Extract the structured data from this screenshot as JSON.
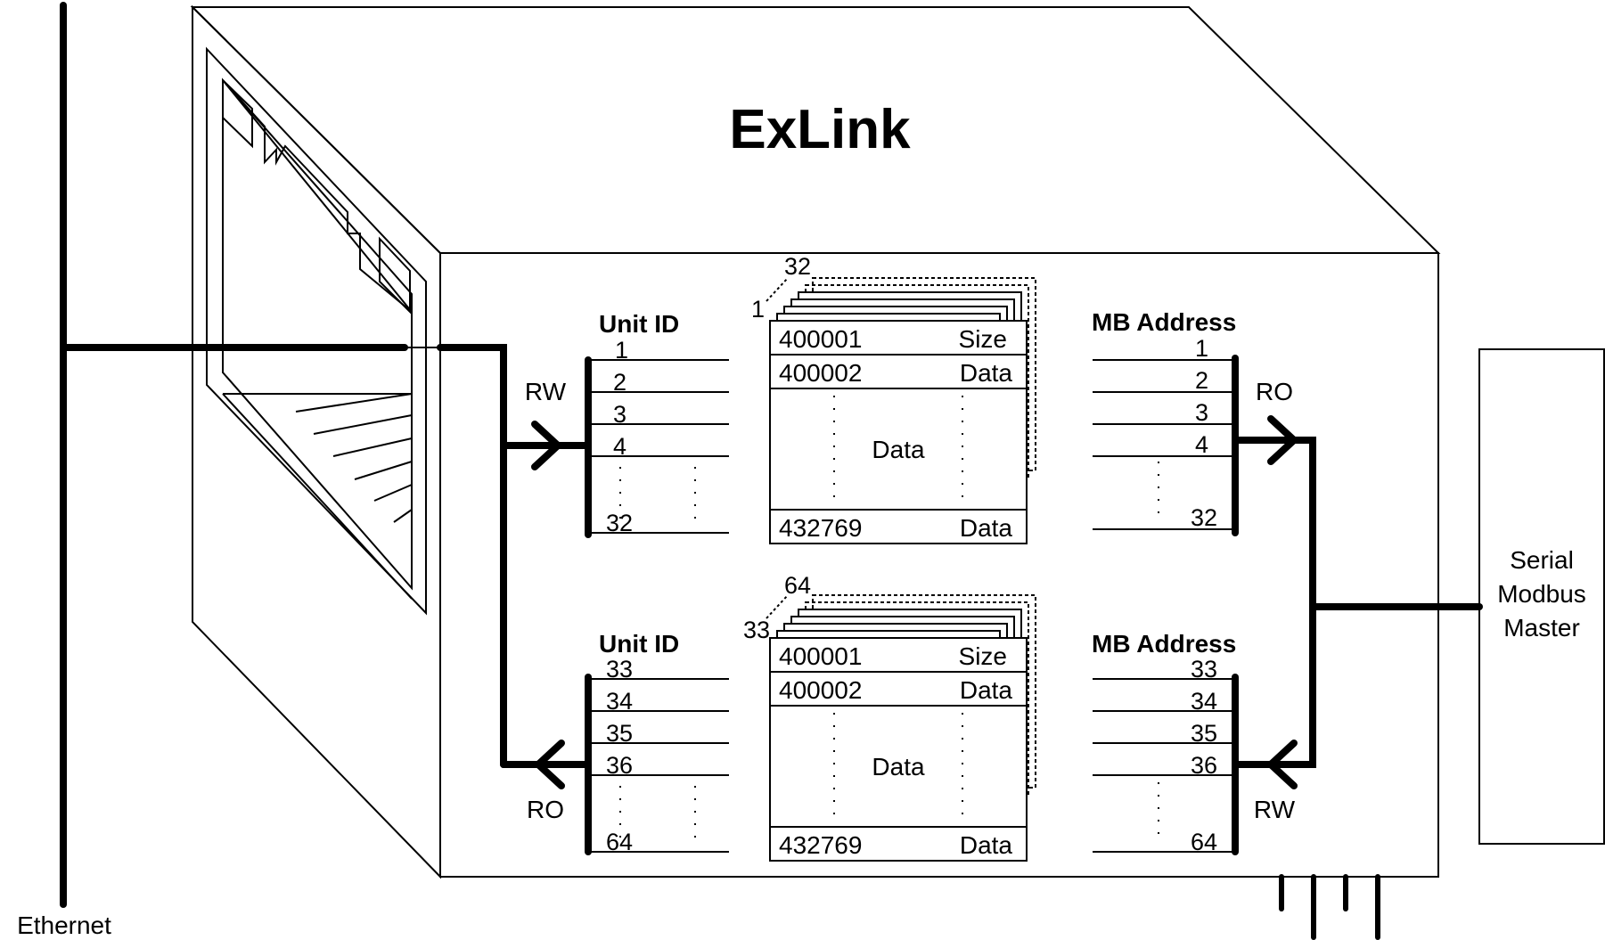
{
  "title": "ExLink",
  "ethernet_label": "Ethernet",
  "master_label": [
    "Serial",
    "Modbus",
    "Master"
  ],
  "top": {
    "left_access": "RW",
    "right_access": "RO",
    "unit_id_header": "Unit ID",
    "mb_address_header": "MB Address",
    "unit_ids": [
      "1",
      "2",
      "3",
      "4",
      "32"
    ],
    "mb_addresses": [
      "1",
      "2",
      "3",
      "4",
      "32"
    ],
    "stack_first": "1",
    "stack_last": "32"
  },
  "bottom": {
    "left_access": "RO",
    "right_access": "RW",
    "unit_id_header": "Unit ID",
    "mb_address_header": "MB Address",
    "unit_ids": [
      "33",
      "34",
      "35",
      "36",
      "64"
    ],
    "mb_addresses": [
      "33",
      "34",
      "35",
      "36",
      "64"
    ],
    "stack_first": "33",
    "stack_last": "64"
  },
  "register_table": {
    "row1": {
      "address": "400001",
      "value": "Size"
    },
    "row2": {
      "address": "400002",
      "value": "Data"
    },
    "middle": "Data",
    "last": {
      "address": "432769",
      "value": "Data"
    }
  }
}
